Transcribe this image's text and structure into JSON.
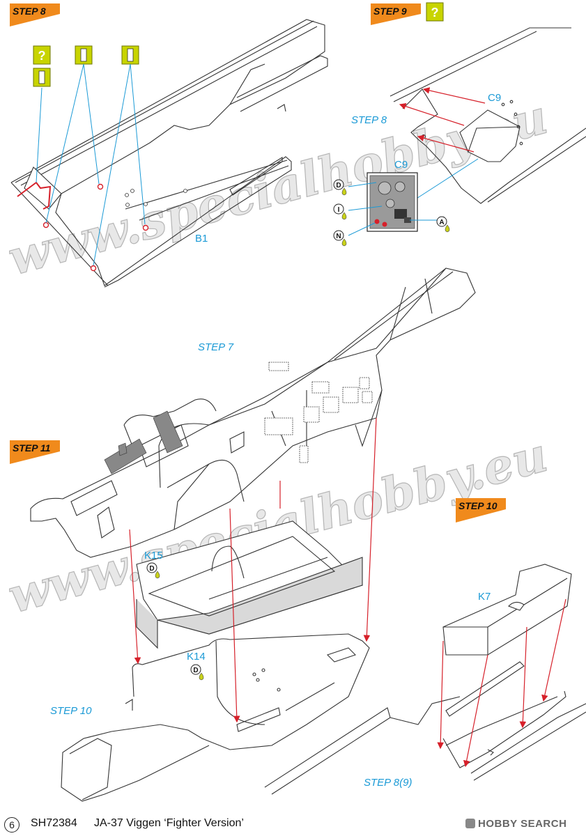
{
  "steps": {
    "step8": "STEP 8",
    "step9": "STEP 9",
    "step11": "STEP 11",
    "step10": "STEP 10"
  },
  "labels": {
    "step8_ref": "STEP 8",
    "step7_ref": "STEP 7",
    "step10_ref": "STEP 10",
    "step8_9_ref": "STEP 8(9)"
  },
  "parts": {
    "b1": "B1",
    "c9_top": "C9",
    "c9_detail": "C9",
    "k15": "K15",
    "k14": "K14",
    "k7": "K7"
  },
  "paint_codes": {
    "d1": "D",
    "i": "I",
    "n": "N",
    "a": "A",
    "d2": "D",
    "d3": "D"
  },
  "watermark": {
    "text1": "www.specialhobby.eu",
    "text2": "www.specialhobby.eu"
  },
  "footer": {
    "page_number": "6",
    "product_code": "SH72384",
    "title": "JA-37 Viggen ‘Fighter Version’",
    "logo": "HOBBY SEARCH"
  },
  "colors": {
    "step_badge": "#f08a1c",
    "callout": "#1b9ad6",
    "arrow": "#d6202a",
    "icon_green": "#c8d400",
    "paint_drop": "#c9d21a"
  }
}
